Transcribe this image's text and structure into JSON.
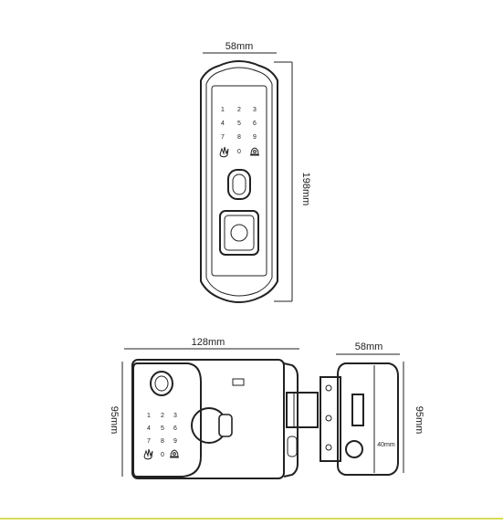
{
  "dimensions": {
    "front_width": "58mm",
    "front_height": "198mm",
    "body_width": "128mm",
    "body_height_left": "95mm",
    "strike_width": "58mm",
    "strike_height": "95mm",
    "strike_inner": "40mm"
  },
  "keypad": {
    "keys": [
      "1",
      "2",
      "3",
      "4",
      "5",
      "6",
      "7",
      "8",
      "9",
      "0"
    ]
  },
  "colors": {
    "line": "#222222",
    "accent_rule": "#d7dc5a"
  }
}
